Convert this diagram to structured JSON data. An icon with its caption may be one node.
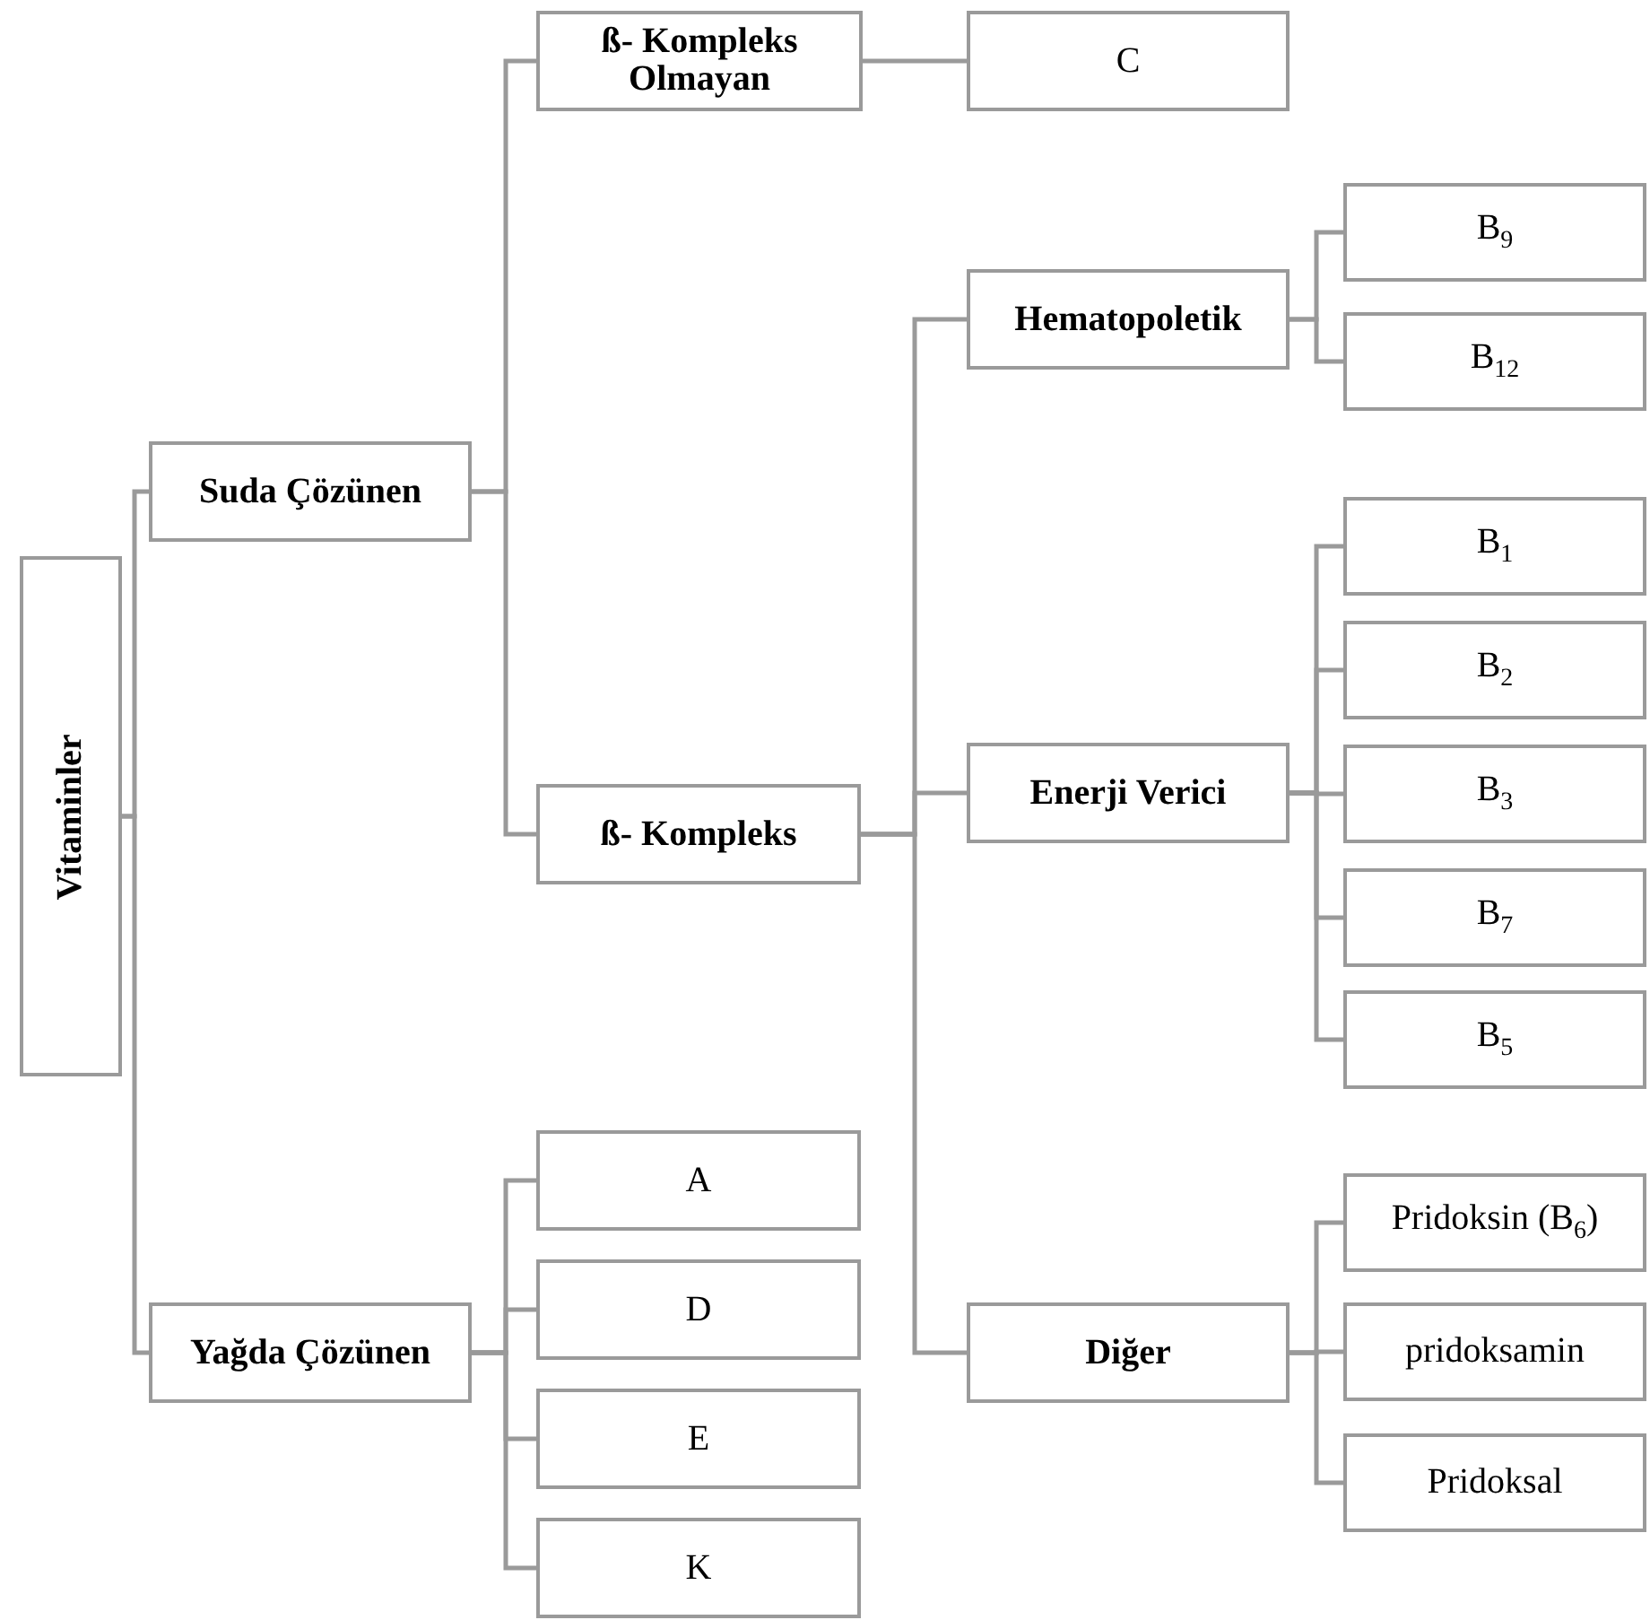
{
  "diagram": {
    "nodes": [
      {
        "text": [
          "Vitaminler"
        ]
      },
      {
        "text": [
          "Suda Çözünen"
        ]
      },
      {
        "text": [
          "ß- Kompleks Olmayan"
        ]
      },
      {
        "text": [
          "C"
        ]
      },
      {
        "text": [
          "ß- Kompleks"
        ]
      },
      {
        "text": [
          "Hematopoletik"
        ]
      },
      {
        "text": [
          "B$_{9}$"
        ]
      },
      {
        "text": [
          "B$_{12}$"
        ]
      },
      {
        "text": [
          "Enerji Verici"
        ]
      },
      {
        "text": [
          "B$_{1}$"
        ]
      },
      {
        "text": [
          "B$_{2}$"
        ]
      },
      {
        "text": [
          "B$_{3}$"
        ]
      },
      {
        "text": [
          "B$_{7}$"
        ]
      },
      {
        "text": [
          "B$_{5}$"
        ]
      },
      {
        "text": [
          "Diğer"
        ]
      },
      {
        "text": [
          "Pridoksin (B$_{6}$)"
        ]
      },
      {
        "text": [
          "pridoksamin"
        ]
      },
      {
        "text": [
          "Pridoksal"
        ]
      },
      {
        "text": [
          "Yağda Çözünen"
        ]
      },
      {
        "text": [
          "A"
        ]
      },
      {
        "text": [
          "D"
        ]
      },
      {
        "text": [
          "E"
        ]
      },
      {
        "text": [
          "K"
        ]
      }
    ],
    "edges": [
      {
        "from": 0,
        "to": 1,
        "arrow": "none"
      },
      {
        "from": 0,
        "to": 18,
        "arrow": "none"
      },
      {
        "from": 1,
        "to": 2,
        "arrow": "none"
      },
      {
        "from": 1,
        "to": 4,
        "arrow": "none"
      },
      {
        "from": 2,
        "to": 3,
        "arrow": "none"
      },
      {
        "from": 4,
        "to": 5,
        "arrow": "none"
      },
      {
        "from": 4,
        "to": 8,
        "arrow": "none"
      },
      {
        "from": 4,
        "to": 14,
        "arrow": "none"
      },
      {
        "from": 5,
        "to": 6,
        "arrow": "none"
      },
      {
        "from": 5,
        "to": 7,
        "arrow": "none"
      },
      {
        "from": 8,
        "to": 9,
        "arrow": "none"
      },
      {
        "from": 8,
        "to": 10,
        "arrow": "none"
      },
      {
        "from": 8,
        "to": 11,
        "arrow": "none"
      },
      {
        "from": 8,
        "to": 12,
        "arrow": "none"
      },
      {
        "from": 8,
        "to": 13,
        "arrow": "none"
      },
      {
        "from": 14,
        "to": 15,
        "arrow": "none"
      },
      {
        "from": 14,
        "to": 16,
        "arrow": "none"
      },
      {
        "from": 14,
        "to": 17,
        "arrow": "none"
      },
      {
        "from": 18,
        "to": 19,
        "arrow": "none"
      },
      {
        "from": 18,
        "to": 20,
        "arrow": "none"
      },
      {
        "from": 18,
        "to": 21,
        "arrow": "none"
      },
      {
        "from": 18,
        "to": 22,
        "arrow": "none"
      }
    ]
  }
}
